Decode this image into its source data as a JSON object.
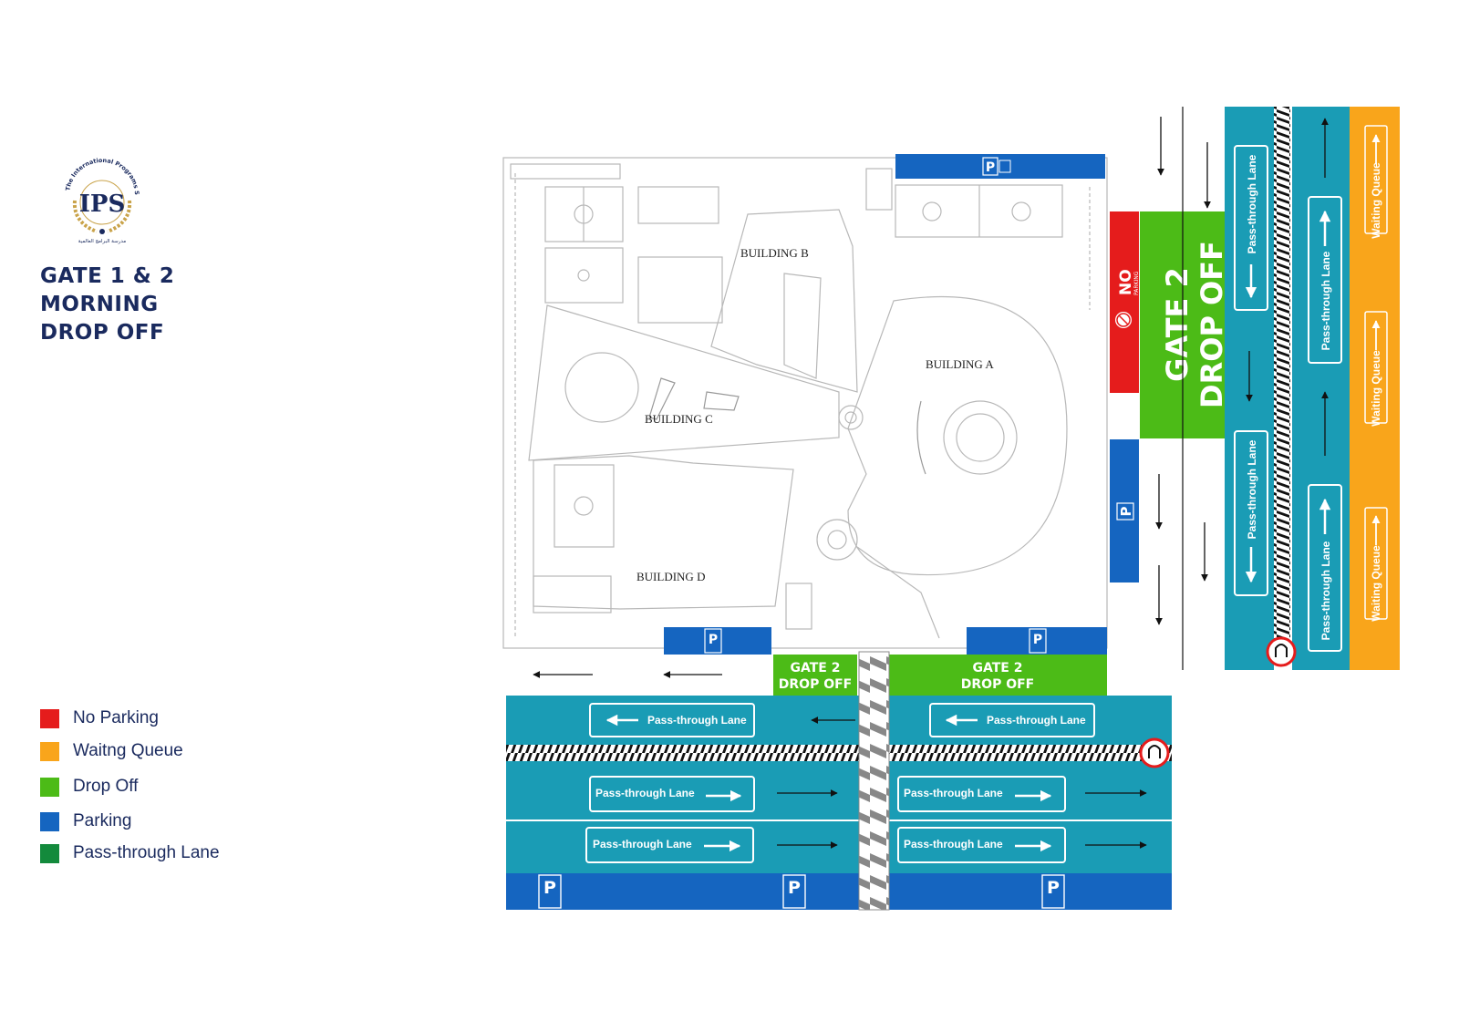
{
  "logo": {
    "initials": "IPS",
    "arc_text": "The International Programs School",
    "sub_text": "مدرسة البرامج العالمية"
  },
  "title": {
    "line1": "GATE 1 & 2",
    "line2": "MORNING",
    "line3": "DROP OFF"
  },
  "legend": [
    {
      "label": "No Parking",
      "color": "#e51c1c"
    },
    {
      "label": "Waitng Queue",
      "color": "#f9a51b"
    },
    {
      "label": "Drop Off",
      "color": "#4cbb17"
    },
    {
      "label": "Parking",
      "color": "#1565c0"
    },
    {
      "label": "Pass-through Lane",
      "color": "#138a3c"
    }
  ],
  "buildings": {
    "a": "BUILDING A",
    "b": "BUILDING B",
    "c": "BUILDING C",
    "d": "BUILDING D"
  },
  "gate_main": {
    "line1": "GATE 2",
    "line2": "DROP OFF"
  },
  "gate_left": {
    "line1": "GATE 2",
    "line2": "DROP OFF"
  },
  "gate_right": {
    "line1": "GATE 2",
    "line2": "DROP OFF"
  },
  "no_parking": {
    "big": "NO",
    "small": "PARKING"
  },
  "parking_letter": "P",
  "lanes": {
    "pass": "Pass-through Lane",
    "queue": "Waiting Queue"
  },
  "colors": {
    "road": "#1a9cb5",
    "parking": "#1565c0",
    "drop_off": "#4cbb17",
    "no_parking": "#e51c1c",
    "queue": "#f9a51b",
    "title": "#1a2a5e"
  },
  "icons": [
    "parking-icon",
    "car-icon",
    "u-turn-icon",
    "no-parking-icon",
    "arrow-icon"
  ]
}
